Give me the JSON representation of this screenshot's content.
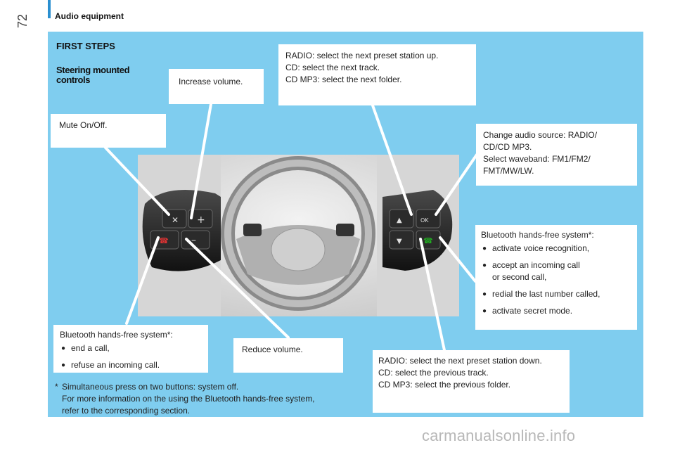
{
  "header": {
    "title": "Audio equipment",
    "page_number": "72"
  },
  "section": {
    "title": "FIRST STEPS",
    "subtitle": "Steering mounted controls"
  },
  "callouts": {
    "increase_volume": "Increase volume.",
    "mute": "Mute On/Off.",
    "preset_up": [
      "RADIO: select the next preset station up.",
      "CD: select the next track.",
      "CD MP3: select the next folder."
    ],
    "change_source": [
      "Change audio source: RADIO/",
      "CD/CD MP3.",
      "Select waveband: FM1/FM2/",
      "FMT/MW/LW."
    ],
    "bluetooth_right": {
      "title": "Bluetooth hands-free system*:",
      "items": [
        "activate voice recognition,",
        "accept an incoming call",
        "or second call,",
        "redial the last number called,",
        "activate secret mode."
      ]
    },
    "bluetooth_left": {
      "title": "Bluetooth hands-free system*:",
      "items": [
        "end a call,",
        "refuse an incoming call."
      ]
    },
    "reduce_volume": "Reduce volume.",
    "preset_down": [
      "RADIO: select the next preset station down.",
      "CD: select the previous track.",
      "CD MP3: select the previous folder."
    ]
  },
  "footnote": {
    "marker": "*",
    "lines": [
      "Simultaneous press on two buttons: system off.",
      "For more information on the using the Bluetooth hands-free system,",
      "refer to the corresponding section."
    ]
  },
  "watermark": "carmanualsonline.info",
  "colors": {
    "panel": "#7fcdef",
    "accent": "#2a8fd0"
  }
}
